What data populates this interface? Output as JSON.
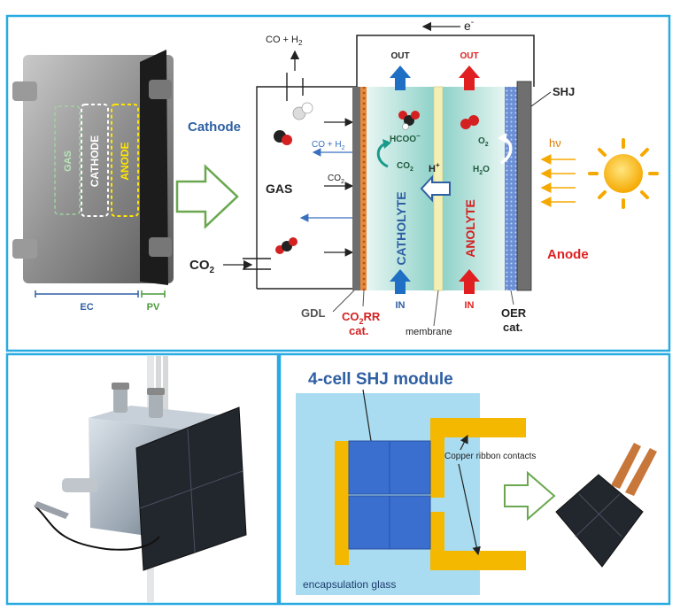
{
  "top_panel": {
    "photo_labels": {
      "gas": "GAS",
      "cathode": "CATHODE",
      "anode": "ANODE",
      "ec": "EC",
      "pv": "PV"
    },
    "left": {
      "cathode": "Cathode",
      "gas": "GAS",
      "co2_inlet": "CO",
      "co2_inlet_sub": "2",
      "products_top": "CO + H",
      "products_top_sub": "2",
      "co_h2_arrow": "CO + H",
      "co_h2_arrow_sub": "2",
      "co2_arrow": "CO",
      "co2_arrow_sub": "2"
    },
    "electron": "e",
    "electron_sup": "-",
    "chambers": {
      "out_left": "OUT",
      "out_right": "OUT",
      "in_left": "IN",
      "in_right": "IN",
      "catholyte": "CATHOLYTE",
      "anolyte": "ANOLYTE",
      "formate": "HCOO",
      "formate_sup": "−",
      "co2": "CO",
      "co2_sub": "2",
      "proton": "H",
      "proton_sup": "+",
      "o2": "O",
      "o2_sub": "2",
      "h2o": "H",
      "h2o_sub": "2",
      "h2o_tail": "O"
    },
    "right": {
      "shj": "SHJ",
      "hv": "hν",
      "anode": "Anode"
    },
    "bottom_labels": {
      "gdl": "GDL",
      "co2rr": "CO",
      "co2rr_sub": "2",
      "co2rr_tail": "RR",
      "cat1": "cat.",
      "membrane": "membrane",
      "oer": "OER",
      "cat2": "cat."
    }
  },
  "bottom_right_panel": {
    "title": "4-cell SHJ module",
    "copper": "Copper ribbon contacts",
    "glass": "encapsulation glass"
  },
  "colors": {
    "frame": "#29abe2",
    "cathode_blue": "#2e5fa3",
    "anode_red": "#e02020",
    "gas_arrow": "#3a6fbf",
    "outline_arrow": "#6aa84f",
    "glass": "#a9dcf0",
    "module_cell": "#3a6fd0",
    "copper_ribbon": "#f5b800",
    "catholyte_bg": "#c8ece6",
    "anolyte_bg": "#f6dede"
  }
}
